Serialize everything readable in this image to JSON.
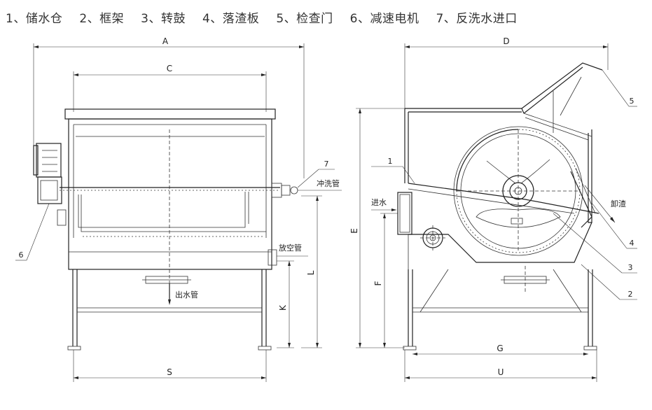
{
  "legend": [
    "1、储水仓",
    "2、框架",
    "3、转鼓",
    "4、落渣板",
    "5、检查门",
    "6、减速电机",
    "7、反洗水进口"
  ],
  "front_view": {
    "dims": {
      "A": "A",
      "C": "C",
      "S": "S",
      "K": "K",
      "L": "L"
    },
    "labels": {
      "flush_pipe": "冲洗管",
      "drain_pipe": "放空管",
      "outlet_pipe": "出水管"
    },
    "callouts": {
      "six": "6",
      "seven": "7"
    }
  },
  "side_view": {
    "dims": {
      "D": "D",
      "E": "E",
      "F": "F",
      "G": "G",
      "U": "U"
    },
    "labels": {
      "inlet": "进水",
      "discharge": "卸渣"
    },
    "callouts": {
      "one": "1",
      "two": "2",
      "three": "3",
      "four": "4",
      "five": "5"
    }
  }
}
